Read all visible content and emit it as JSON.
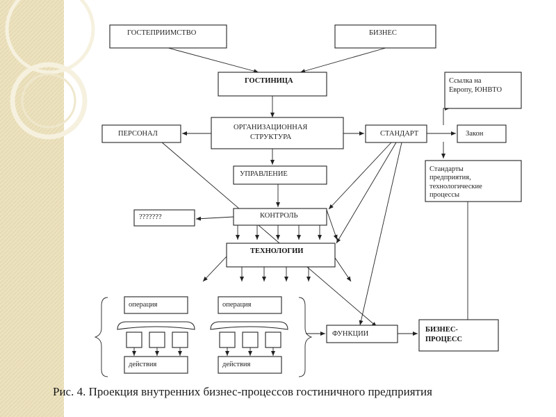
{
  "diagram": {
    "nodes": {
      "hospitality": "ГОСТЕПРИИМСТВО",
      "business": "БИЗНЕС",
      "hotel": "ГОСТИНИЦА",
      "unwto_line1": "Ссылка на",
      "unwto_line2": "Европу, ЮНВТО",
      "staff": "ПЕРСОНАЛ",
      "org_line1": "ОРГАНИЗАЦИОННАЯ",
      "org_line2": "СТРУКТУРА",
      "standard": "СТАНДАРТ",
      "law": "Закон",
      "management": "УПРАВЛЕНИЕ",
      "std_line1": "Стандарты",
      "std_line2": "предприятия,",
      "std_line3": "технологические",
      "std_line4": "процессы",
      "unknown": "???????",
      "control": "КОНТРОЛЬ",
      "tech": "ТЕХНОЛОГИИ",
      "operation_1": "операция",
      "operation_2": "операция",
      "actions_1": "действия",
      "actions_2": "действия",
      "functions": "ФУНКЦИИ",
      "bp_line1": "БИЗНЕС-",
      "bp_line2": "ПРОЦЕСС"
    },
    "caption": "Рис. 4. Проекция внутренних бизнес-процессов гостиничного предприятия",
    "colors": {
      "background": "#ffffff",
      "decor_panel": "#eadfb8",
      "decor_ring": "#f4eedb",
      "stroke": "#222222"
    }
  }
}
